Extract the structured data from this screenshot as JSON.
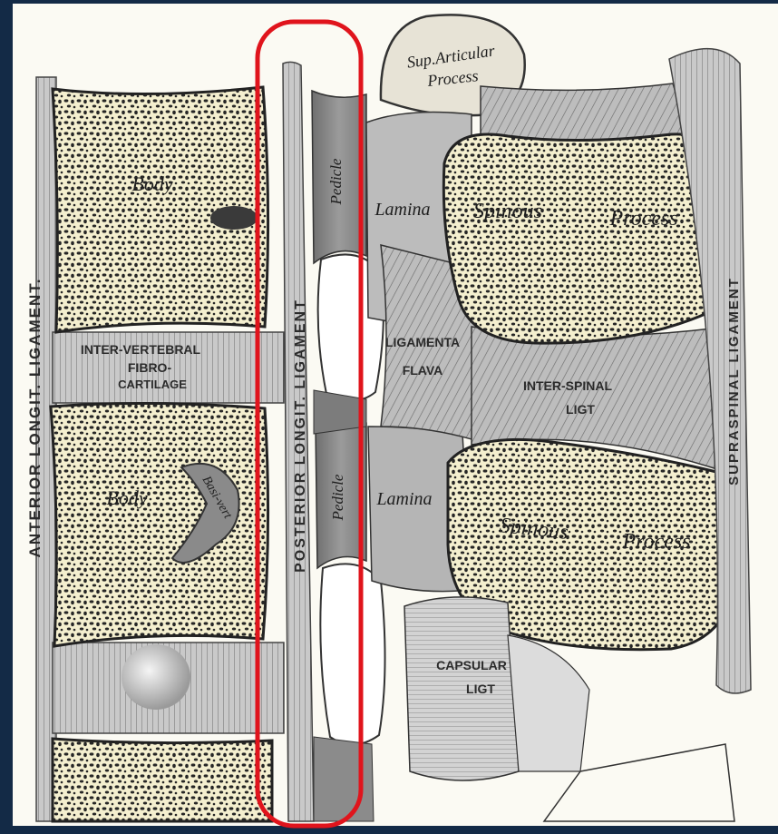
{
  "colors": {
    "frame": "#132a46",
    "paper": "#fbfaf3",
    "bone": "#f4efcf",
    "ink": "#1e1e1e",
    "ligament": "#b7b7b7",
    "highlight": "#e0141c"
  },
  "labels": {
    "sup_articular_1": "Sup.Articular",
    "sup_articular_2": "Process",
    "body_upper": "Body",
    "body_lower": "Body",
    "basivertebral": "Basi-vert",
    "pedicle_upper": "Pedicle",
    "pedicle_lower": "Pedicle",
    "lamina_upper": "Lamina",
    "lamina_lower": "Lamina",
    "spinous_upper_1": "Spinous",
    "spinous_upper_2": "Process",
    "spinous_lower_1": "Spinous",
    "spinous_lower_2": "Process",
    "inter_vertebral_1": "INTER-VERTEBRAL",
    "inter_vertebral_2": "FIBRO-",
    "inter_vertebral_3": "CARTILAGE",
    "ligamenta_flava_1": "LIGAMENTA",
    "ligamenta_flava_2": "FLAVA",
    "inter_spinal_1": "INTER-SPINAL",
    "inter_spinal_2": "LIGT",
    "capsular_1": "CAPSULAR",
    "capsular_2": "LIGT",
    "anterior_longit": "ANTERIOR LONGIT. LIGAMENT.",
    "posterior_longit": "POSTERIOR LONGIT. LIGAMENT",
    "supraspinal": "SUPRASPINAL LIGAMENT"
  }
}
